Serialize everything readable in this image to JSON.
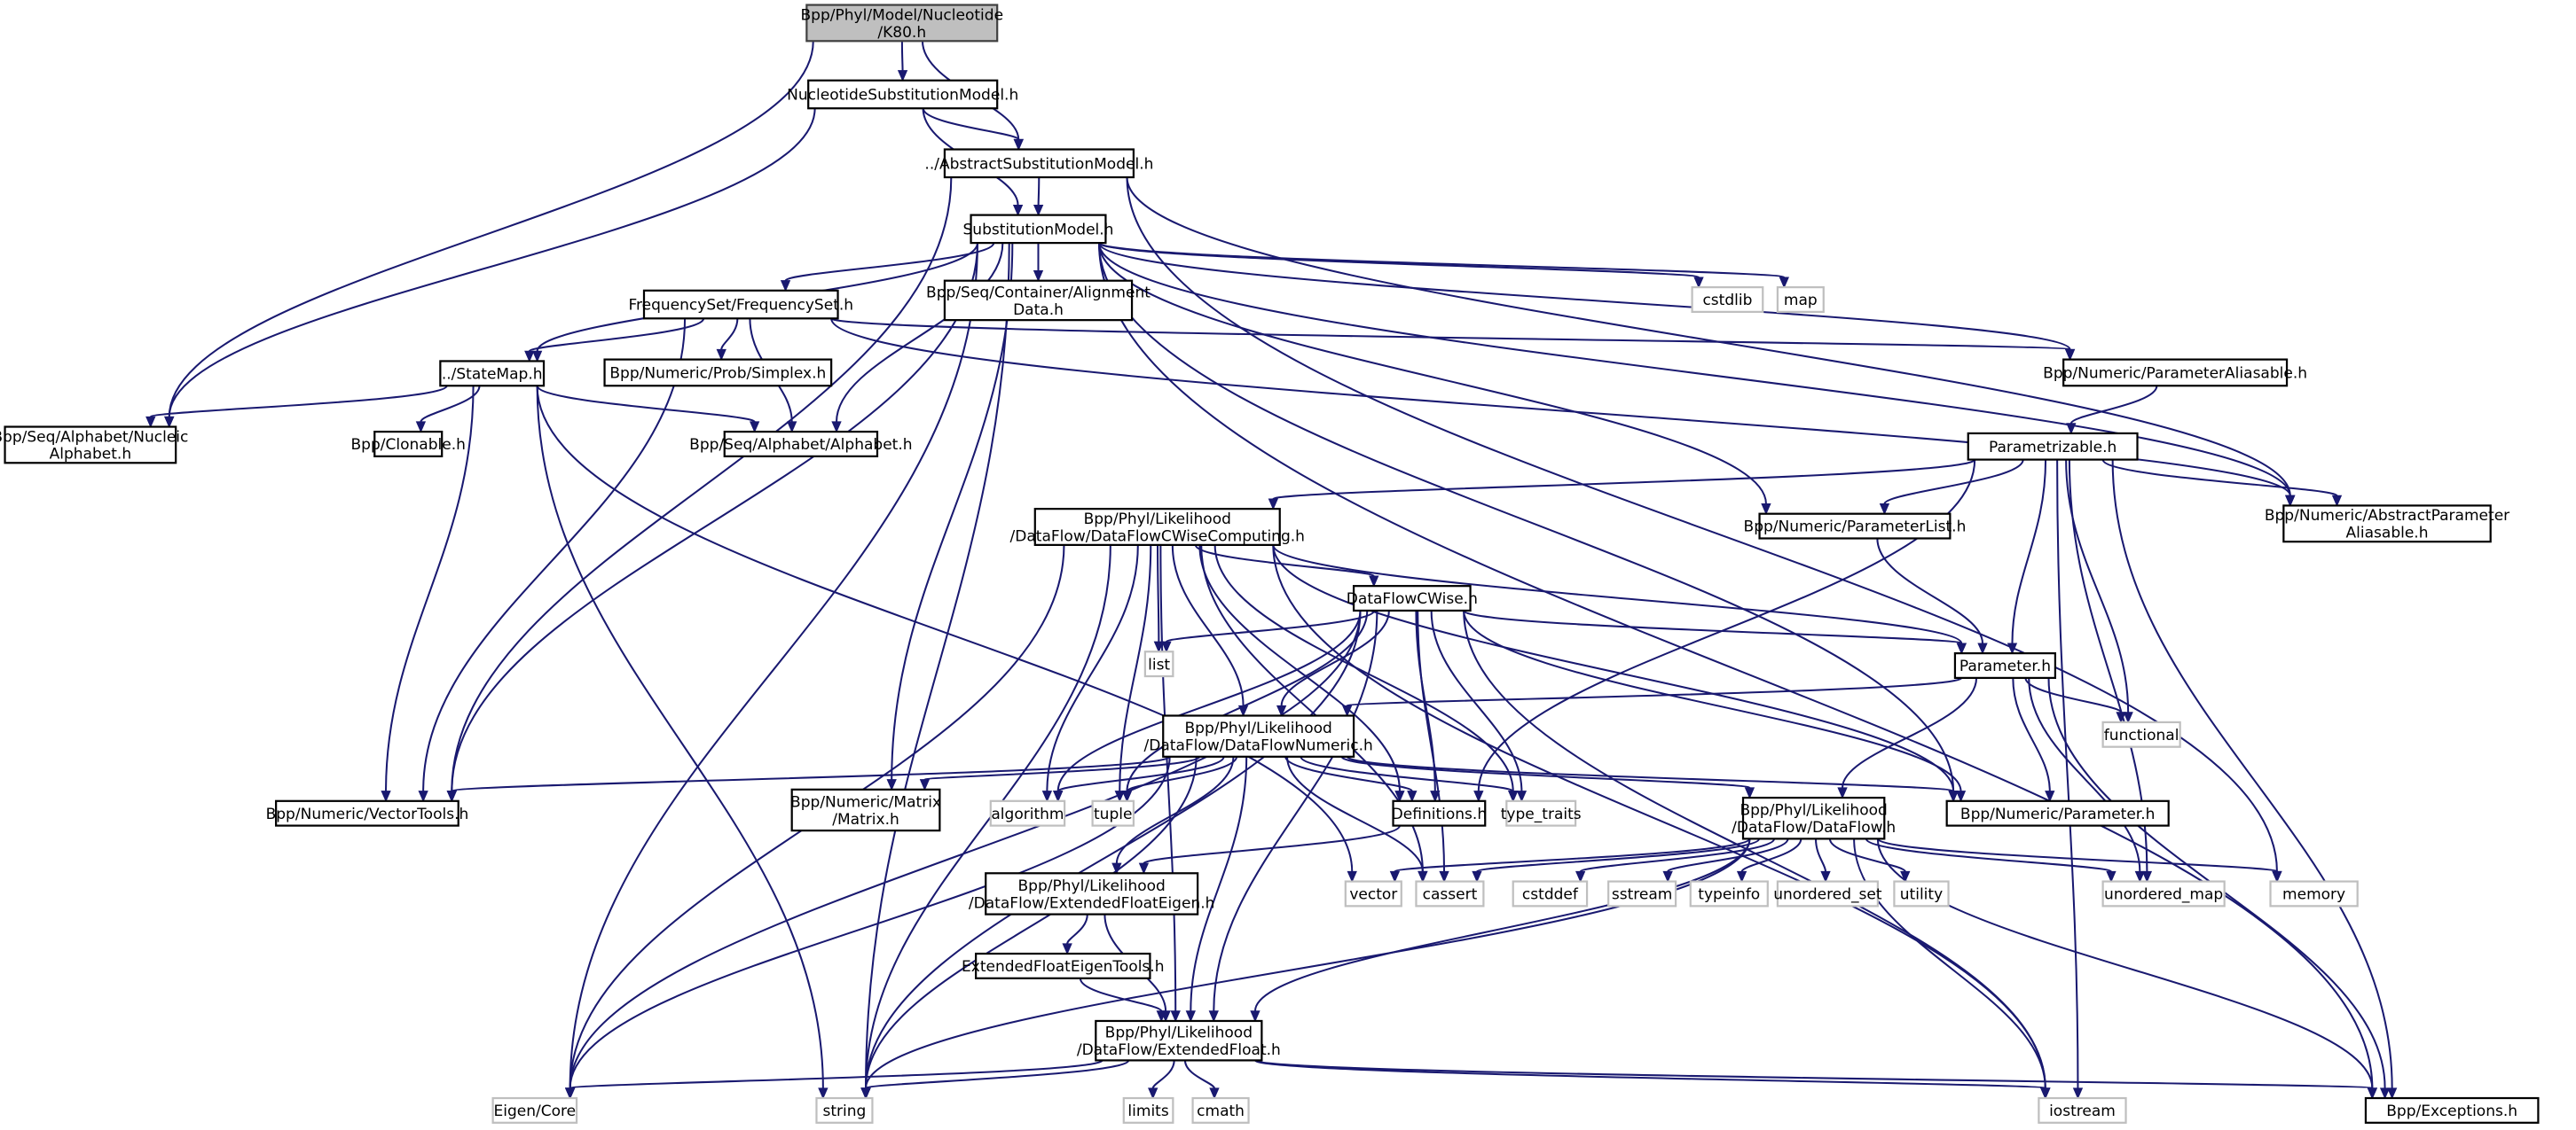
{
  "title": "Include dependency graph for K80.h",
  "root": "k80",
  "nodes": [
    {
      "id": "k80",
      "label": [
        "Bpp/Phyl/Model/Nucleotide",
        "/K80.h"
      ],
      "kind": "root"
    },
    {
      "id": "nsm",
      "label": [
        "NucleotideSubstitutionModel.h"
      ],
      "kind": "internal"
    },
    {
      "id": "asm",
      "label": [
        "../AbstractSubstitutionModel.h"
      ],
      "kind": "internal"
    },
    {
      "id": "sm",
      "label": [
        "SubstitutionModel.h"
      ],
      "kind": "internal"
    },
    {
      "id": "fs",
      "label": [
        "FrequencySet/FrequencySet.h"
      ],
      "kind": "internal"
    },
    {
      "id": "align",
      "label": [
        "Bpp/Seq/Container/Alignment",
        "Data.h"
      ],
      "kind": "internal"
    },
    {
      "id": "cstdlib",
      "label": [
        "cstdlib"
      ],
      "kind": "external"
    },
    {
      "id": "map",
      "label": [
        "map"
      ],
      "kind": "external"
    },
    {
      "id": "statemap",
      "label": [
        "../StateMap.h"
      ],
      "kind": "internal"
    },
    {
      "id": "simplex",
      "label": [
        "Bpp/Numeric/Prob/Simplex.h"
      ],
      "kind": "internal"
    },
    {
      "id": "paramalias",
      "label": [
        "Bpp/Numeric/ParameterAliasable.h"
      ],
      "kind": "internal"
    },
    {
      "id": "nucalpha",
      "label": [
        "Bpp/Seq/Alphabet/Nucleic",
        "Alphabet.h"
      ],
      "kind": "internal"
    },
    {
      "id": "clonable",
      "label": [
        "Bpp/Clonable.h"
      ],
      "kind": "internal"
    },
    {
      "id": "alphabet",
      "label": [
        "Bpp/Seq/Alphabet/Alphabet.h"
      ],
      "kind": "internal"
    },
    {
      "id": "parametrizable",
      "label": [
        "Parametrizable.h"
      ],
      "kind": "internal"
    },
    {
      "id": "dfcwc",
      "label": [
        "Bpp/Phyl/Likelihood",
        "/DataFlow/DataFlowCWiseComputing.h"
      ],
      "kind": "internal"
    },
    {
      "id": "paramlist",
      "label": [
        "Bpp/Numeric/ParameterList.h"
      ],
      "kind": "internal"
    },
    {
      "id": "absparamalias",
      "label": [
        "Bpp/Numeric/AbstractParameter",
        "Aliasable.h"
      ],
      "kind": "internal"
    },
    {
      "id": "dfcw",
      "label": [
        "DataFlowCWise.h"
      ],
      "kind": "internal"
    },
    {
      "id": "list",
      "label": [
        "list"
      ],
      "kind": "external"
    },
    {
      "id": "parameter",
      "label": [
        "Parameter.h"
      ],
      "kind": "internal"
    },
    {
      "id": "functional",
      "label": [
        "functional"
      ],
      "kind": "external"
    },
    {
      "id": "dfnum",
      "label": [
        "Bpp/Phyl/Likelihood",
        "/DataFlow/DataFlowNumeric.h"
      ],
      "kind": "internal"
    },
    {
      "id": "vectortools",
      "label": [
        "Bpp/Numeric/VectorTools.h"
      ],
      "kind": "internal"
    },
    {
      "id": "matrix",
      "label": [
        "Bpp/Numeric/Matrix",
        "/Matrix.h"
      ],
      "kind": "internal"
    },
    {
      "id": "algorithm",
      "label": [
        "algorithm"
      ],
      "kind": "external"
    },
    {
      "id": "tuple",
      "label": [
        "tuple"
      ],
      "kind": "external"
    },
    {
      "id": "definitions",
      "label": [
        "Definitions.h"
      ],
      "kind": "internal"
    },
    {
      "id": "type_traits",
      "label": [
        "type_traits"
      ],
      "kind": "external"
    },
    {
      "id": "dataflow",
      "label": [
        "Bpp/Phyl/Likelihood",
        "/DataFlow/DataFlow.h"
      ],
      "kind": "internal"
    },
    {
      "id": "numparam",
      "label": [
        "Bpp/Numeric/Parameter.h"
      ],
      "kind": "internal"
    },
    {
      "id": "efeigen",
      "label": [
        "Bpp/Phyl/Likelihood",
        "/DataFlow/ExtendedFloatEigen.h"
      ],
      "kind": "internal"
    },
    {
      "id": "vector",
      "label": [
        "vector"
      ],
      "kind": "external"
    },
    {
      "id": "cassert",
      "label": [
        "cassert"
      ],
      "kind": "external"
    },
    {
      "id": "cstddef",
      "label": [
        "cstddef"
      ],
      "kind": "external"
    },
    {
      "id": "sstream",
      "label": [
        "sstream"
      ],
      "kind": "external"
    },
    {
      "id": "typeinfo",
      "label": [
        "typeinfo"
      ],
      "kind": "external"
    },
    {
      "id": "unordered_set",
      "label": [
        "unordered_set"
      ],
      "kind": "external"
    },
    {
      "id": "utility",
      "label": [
        "utility"
      ],
      "kind": "external"
    },
    {
      "id": "unordered_map",
      "label": [
        "unordered_map"
      ],
      "kind": "external"
    },
    {
      "id": "memory",
      "label": [
        "memory"
      ],
      "kind": "external"
    },
    {
      "id": "efeigentools",
      "label": [
        "ExtendedFloatEigenTools.h"
      ],
      "kind": "internal"
    },
    {
      "id": "extfloat",
      "label": [
        "Bpp/Phyl/Likelihood",
        "/DataFlow/ExtendedFloat.h"
      ],
      "kind": "internal"
    },
    {
      "id": "eigencore",
      "label": [
        "Eigen/Core"
      ],
      "kind": "external"
    },
    {
      "id": "string",
      "label": [
        "string"
      ],
      "kind": "external"
    },
    {
      "id": "limits",
      "label": [
        "limits"
      ],
      "kind": "external"
    },
    {
      "id": "cmath",
      "label": [
        "cmath"
      ],
      "kind": "external"
    },
    {
      "id": "iostream",
      "label": [
        "iostream"
      ],
      "kind": "external"
    },
    {
      "id": "exceptions",
      "label": [
        "Bpp/Exceptions.h"
      ],
      "kind": "internal"
    }
  ],
  "edges": [
    [
      "k80",
      "nsm"
    ],
    [
      "k80",
      "asm"
    ],
    [
      "k80",
      "nucalpha"
    ],
    [
      "nsm",
      "asm"
    ],
    [
      "nsm",
      "sm"
    ],
    [
      "nsm",
      "nucalpha"
    ],
    [
      "asm",
      "sm"
    ],
    [
      "asm",
      "vectortools"
    ],
    [
      "asm",
      "absparamalias"
    ],
    [
      "asm",
      "memory"
    ],
    [
      "sm",
      "fs"
    ],
    [
      "sm",
      "align"
    ],
    [
      "sm",
      "cstdlib"
    ],
    [
      "sm",
      "map"
    ],
    [
      "sm",
      "statemap"
    ],
    [
      "sm",
      "paramalias"
    ],
    [
      "sm",
      "alphabet"
    ],
    [
      "sm",
      "paramlist"
    ],
    [
      "sm",
      "matrix"
    ],
    [
      "sm",
      "vectortools"
    ],
    [
      "sm",
      "string"
    ],
    [
      "sm",
      "eigencore"
    ],
    [
      "sm",
      "numparam"
    ],
    [
      "sm",
      "exceptions"
    ],
    [
      "sm",
      "absparamalias"
    ],
    [
      "fs",
      "statemap"
    ],
    [
      "fs",
      "simplex"
    ],
    [
      "fs",
      "alphabet"
    ],
    [
      "fs",
      "vectortools"
    ],
    [
      "fs",
      "paramalias"
    ],
    [
      "fs",
      "absparamalias"
    ],
    [
      "statemap",
      "nucalpha"
    ],
    [
      "statemap",
      "clonable"
    ],
    [
      "statemap",
      "alphabet"
    ],
    [
      "statemap",
      "vectortools"
    ],
    [
      "statemap",
      "string"
    ],
    [
      "statemap",
      "vector"
    ],
    [
      "paramalias",
      "parametrizable"
    ],
    [
      "parametrizable",
      "dfcwc"
    ],
    [
      "parametrizable",
      "paramlist"
    ],
    [
      "parametrizable",
      "absparamalias"
    ],
    [
      "parametrizable",
      "parameter"
    ],
    [
      "parametrizable",
      "functional"
    ],
    [
      "parametrizable",
      "unordered_map"
    ],
    [
      "parametrizable",
      "definitions"
    ],
    [
      "parametrizable",
      "iostream"
    ],
    [
      "parametrizable",
      "exceptions"
    ],
    [
      "paramlist",
      "parameter"
    ],
    [
      "dfcwc",
      "dfcw"
    ],
    [
      "dfcwc",
      "list"
    ],
    [
      "dfcwc",
      "dfnum"
    ],
    [
      "dfcwc",
      "algorithm"
    ],
    [
      "dfcwc",
      "tuple"
    ],
    [
      "dfcwc",
      "string"
    ],
    [
      "dfcwc",
      "eigencore"
    ],
    [
      "dfcwc",
      "extfloat"
    ],
    [
      "dfcwc",
      "parameter"
    ],
    [
      "dfcwc",
      "numparam"
    ],
    [
      "dfcwc",
      "type_traits"
    ],
    [
      "dfcwc",
      "definitions"
    ],
    [
      "dfcwc",
      "cassert"
    ],
    [
      "dfcwc",
      "iostream"
    ],
    [
      "dfcw",
      "list"
    ],
    [
      "dfcw",
      "parameter"
    ],
    [
      "dfcw",
      "dfnum"
    ],
    [
      "dfcw",
      "algorithm"
    ],
    [
      "dfcw",
      "tuple"
    ],
    [
      "dfcw",
      "definitions"
    ],
    [
      "dfcw",
      "type_traits"
    ],
    [
      "dfcw",
      "cassert"
    ],
    [
      "dfcw",
      "numparam"
    ],
    [
      "dfcw",
      "string"
    ],
    [
      "dfcw",
      "eigencore"
    ],
    [
      "dfcw",
      "extfloat"
    ],
    [
      "dfcw",
      "iostream"
    ],
    [
      "parameter",
      "dataflow"
    ],
    [
      "parameter",
      "dfnum"
    ],
    [
      "parameter",
      "functional"
    ],
    [
      "parameter",
      "numparam"
    ],
    [
      "parameter",
      "unordered_map"
    ],
    [
      "parameter",
      "exceptions"
    ],
    [
      "dfnum",
      "vectortools"
    ],
    [
      "dfnum",
      "matrix"
    ],
    [
      "dfnum",
      "algorithm"
    ],
    [
      "dfnum",
      "tuple"
    ],
    [
      "dfnum",
      "definitions"
    ],
    [
      "dfnum",
      "type_traits"
    ],
    [
      "dfnum",
      "dataflow"
    ],
    [
      "dfnum",
      "numparam"
    ],
    [
      "dfnum",
      "efeigen"
    ],
    [
      "dfnum",
      "cassert"
    ],
    [
      "dfnum",
      "extfloat"
    ],
    [
      "dfnum",
      "string"
    ],
    [
      "dfnum",
      "eigencore"
    ],
    [
      "definitions",
      "efeigen"
    ],
    [
      "dataflow",
      "vector"
    ],
    [
      "dataflow",
      "cassert"
    ],
    [
      "dataflow",
      "cstddef"
    ],
    [
      "dataflow",
      "sstream"
    ],
    [
      "dataflow",
      "typeinfo"
    ],
    [
      "dataflow",
      "unordered_set"
    ],
    [
      "dataflow",
      "utility"
    ],
    [
      "dataflow",
      "unordered_map"
    ],
    [
      "dataflow",
      "memory"
    ],
    [
      "dataflow",
      "iostream"
    ],
    [
      "dataflow",
      "exceptions"
    ],
    [
      "dataflow",
      "string"
    ],
    [
      "dataflow",
      "extfloat"
    ],
    [
      "efeigen",
      "efeigentools"
    ],
    [
      "efeigen",
      "extfloat"
    ],
    [
      "efeigentools",
      "extfloat"
    ],
    [
      "extfloat",
      "eigencore"
    ],
    [
      "extfloat",
      "string"
    ],
    [
      "extfloat",
      "limits"
    ],
    [
      "extfloat",
      "cmath"
    ],
    [
      "extfloat",
      "iostream"
    ],
    [
      "extfloat",
      "exceptions"
    ]
  ]
}
